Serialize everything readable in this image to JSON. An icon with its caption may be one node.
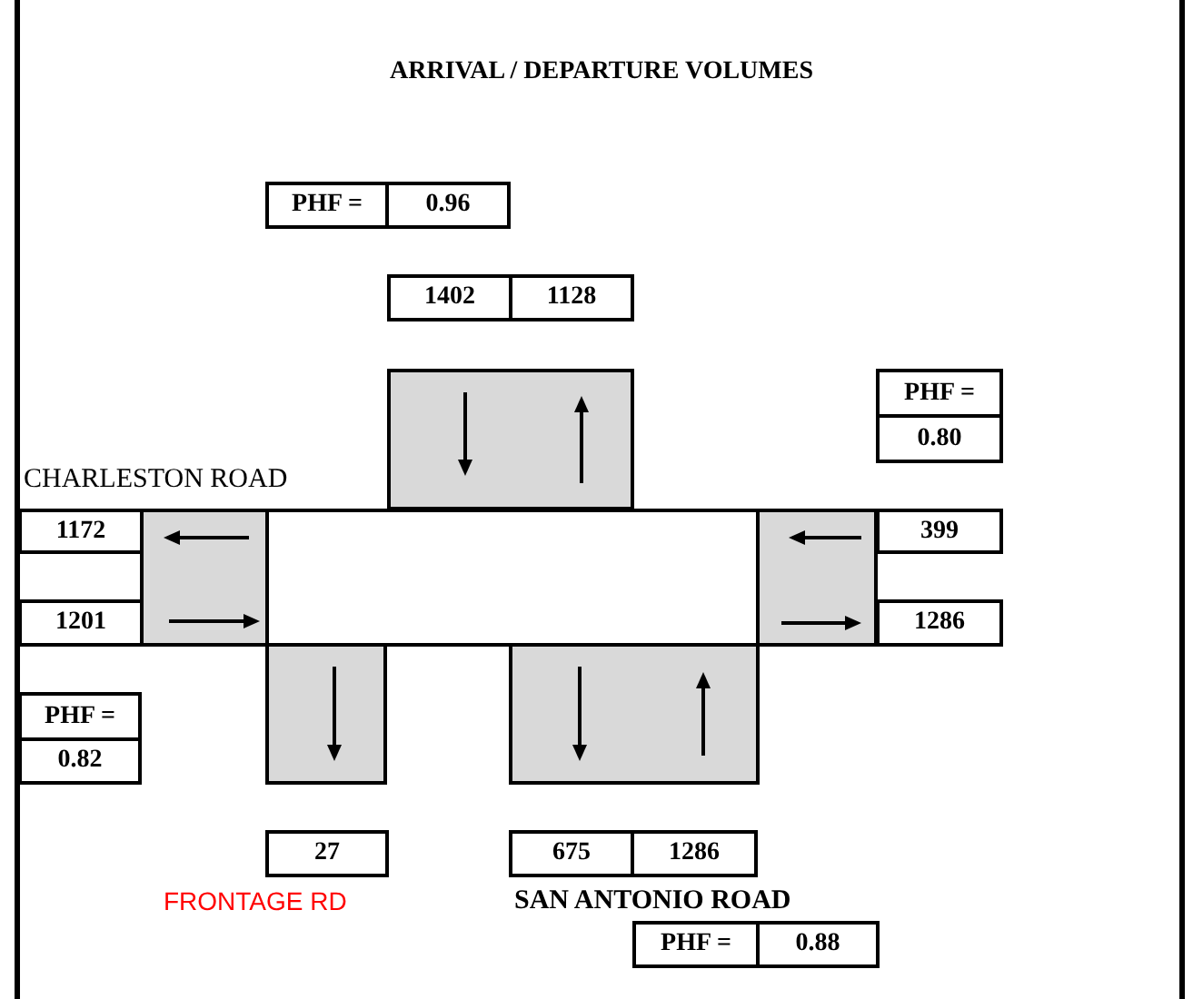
{
  "diagram": {
    "title": "ARRIVAL / DEPARTURE VOLUMES",
    "nodes": [
      {
        "text": [
          "PHF ="
        ]
      },
      {
        "text": [
          "0.96"
        ]
      },
      {
        "text": [
          "1402"
        ]
      },
      {
        "text": [
          "1128"
        ]
      },
      {
        "text": [],
        "shape": "box"
      },
      {
        "text": [
          "PHF ="
        ]
      },
      {
        "text": [
          "0.80"
        ]
      },
      {
        "text": [
          "1172"
        ]
      },
      {
        "text": [],
        "shape": "box"
      },
      {
        "text": [],
        "shape": "box"
      },
      {
        "text": [],
        "shape": "box"
      },
      {
        "text": [
          "399"
        ]
      },
      {
        "text": [
          "1201"
        ]
      },
      {
        "text": [
          "1286"
        ]
      },
      {
        "text": [
          "PHF ="
        ]
      },
      {
        "text": [
          "0.82"
        ]
      },
      {
        "text": [],
        "shape": "box"
      },
      {
        "text": [],
        "shape": "box"
      },
      {
        "text": [
          "27"
        ]
      },
      {
        "text": [
          "675"
        ]
      },
      {
        "text": [
          "1286"
        ]
      },
      {
        "text": [
          "PHF ="
        ]
      },
      {
        "text": [
          "0.88"
        ]
      }
    ],
    "labels": [
      "CHARLESTON ROAD",
      "FRONTAGE RD",
      "SAN ANTONIO ROAD"
    ]
  }
}
